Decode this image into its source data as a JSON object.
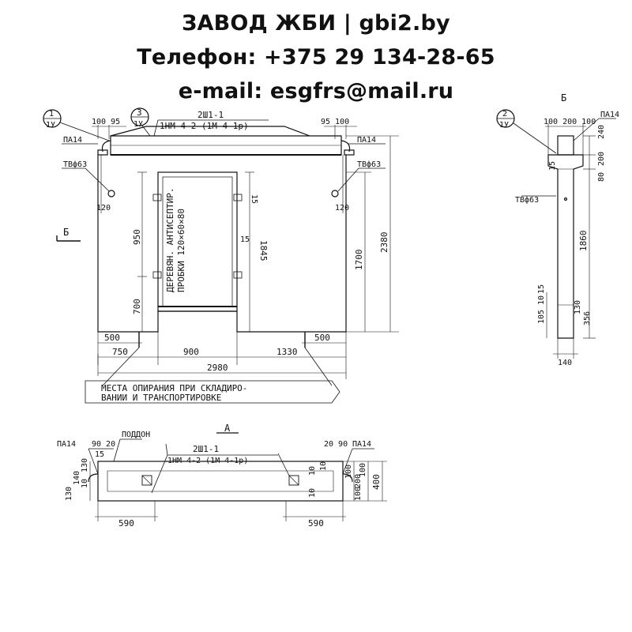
{
  "header": {
    "line1": "ЗАВОД ЖБИ | gbi2.by",
    "line2": "Телефон: +375 29 134-28-65",
    "line3": "e-mail: esgfrs@mail.ru"
  },
  "front_view": {
    "callout1_num": "1",
    "callout1_sub": "1У",
    "callout3_num": "3",
    "callout3_sub": "1У",
    "top_left_dims": "100 95",
    "top_right_dims": "95 100",
    "frame_mark": "2Ш1-1",
    "mesh_mark": "1НМ 4-2 (1М 4-1р)",
    "loop_left": "ПА14",
    "loop_right": "ПА14",
    "tube_left": "ТВф63",
    "tube_right": "ТВф63",
    "dim_120_left": "120",
    "dim_120_right": "120",
    "dim_15a": "15",
    "dim_15b": "15",
    "dim_950": "950",
    "dim_700": "700",
    "dim_1845": "1845",
    "dim_1700": "1700",
    "dim_2380": "2380",
    "section_b_marker": "Б",
    "note_wood_line1": "ДЕРЕВЯН. АНТИСЕПТИР.",
    "note_wood_line2": "ПРОБКИ 120×60×80",
    "dim_500_left": "500",
    "dim_500_right": "500",
    "dim_750": "750",
    "dim_900": "900",
    "dim_1330": "1330",
    "dim_2980": "2980",
    "support_note_line1": "МЕСТА ОПИРАНИЯ ПРИ СКЛАДИРО-",
    "support_note_line2": "ВАНИИ И ТРАНСПОРТИРОВКЕ"
  },
  "section_view": {
    "title": "Б",
    "callout2_num": "2",
    "callout2_sub": "1У",
    "dims_top": "100 200 100",
    "loop": "ПА14",
    "dim_240": "240",
    "dim_200": "200",
    "dim_80": "80",
    "dim_15": "15",
    "tube": "ТВф63",
    "dim_1860": "1860",
    "dim_105": "105",
    "dim_10": "10",
    "dim_15b": "15",
    "dim_130": "130",
    "dim_356": "356",
    "dim_140": "140"
  },
  "plan_view": {
    "title": "А",
    "pallet": "ПОДДОН",
    "loop_left": "ПА14",
    "loop_right": "ПА14",
    "dims_left": "90 20",
    "dims_right": "20 90",
    "frame_mark": "2Ш1-1",
    "mesh_mark": "1НМ 4-2 (1М 4-1р)",
    "dim_15": "15",
    "dim_130": "130",
    "dim_140": "140",
    "dim_130b": "130",
    "dim_10a": "10",
    "dim_10b": "10",
    "dim_10c": "10",
    "dim_10d": "10",
    "dim_100a": "100",
    "dim_200": "200",
    "dim_100b": "100",
    "dim_100c": "100",
    "dim_400": "400",
    "dim_590_left": "590",
    "dim_590_right": "590"
  }
}
